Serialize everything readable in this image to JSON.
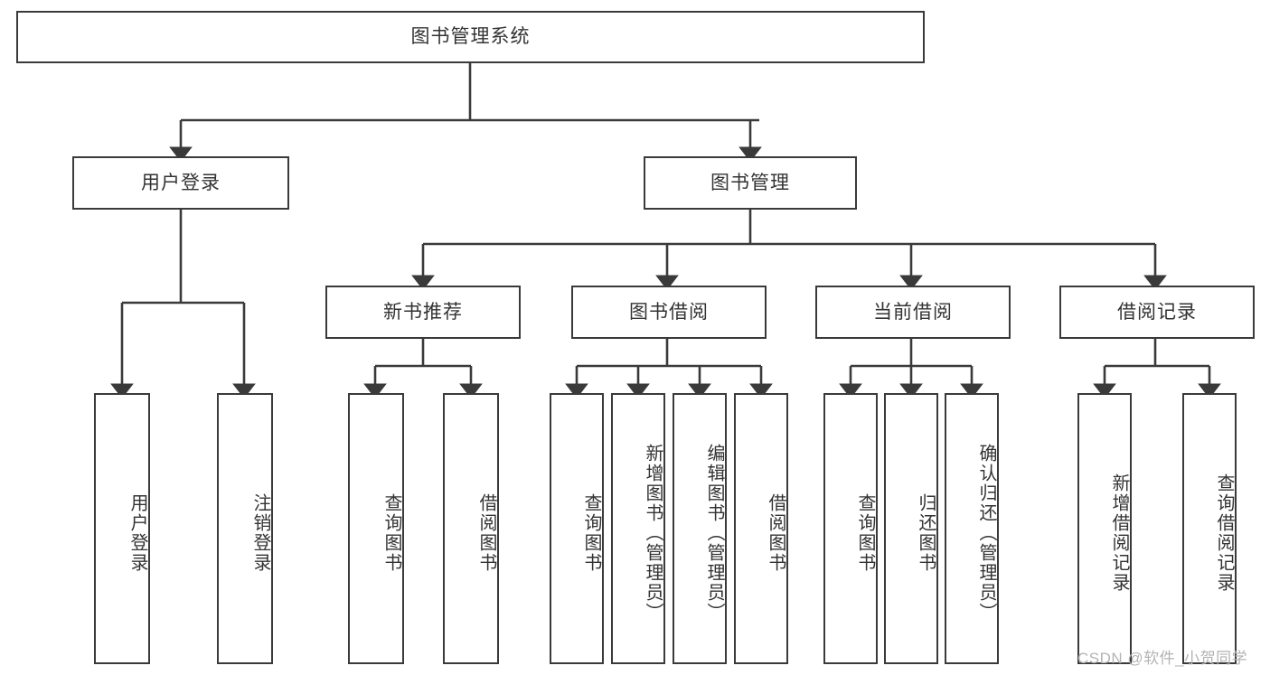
{
  "diagram": {
    "title_node": "图书管理系统",
    "type": "tree-hierarchy-diagram",
    "colors": {
      "box_border": "#3a3a3a",
      "box_fill": "#ffffff",
      "text": "#333333",
      "connector": "#3a3a3a",
      "watermark": "#b3b3b3",
      "background": "#ffffff"
    },
    "nodes": {
      "root": {
        "label": "图书管理系统",
        "orientation": "horizontal"
      },
      "level2": [
        {
          "id": "user-login",
          "label": "用户登录",
          "orientation": "horizontal"
        },
        {
          "id": "book-management",
          "label": "图书管理",
          "orientation": "horizontal"
        }
      ],
      "level3": [
        {
          "id": "new-book-recommend",
          "label": "新书推荐",
          "orientation": "horizontal"
        },
        {
          "id": "book-borrow",
          "label": "图书借阅",
          "orientation": "horizontal"
        },
        {
          "id": "current-borrow",
          "label": "当前借阅",
          "orientation": "horizontal"
        },
        {
          "id": "borrow-record",
          "label": "借阅记录",
          "orientation": "horizontal"
        }
      ],
      "leaves": {
        "user_login": [
          {
            "id": "leaf-user-login",
            "label": "用户登录"
          },
          {
            "id": "leaf-logout-login",
            "label": "注销登录"
          }
        ],
        "new_book_recommend": [
          {
            "id": "leaf-query-book-1",
            "label": "查询图书"
          },
          {
            "id": "leaf-borrow-book-1",
            "label": "借阅图书"
          }
        ],
        "book_borrow": [
          {
            "id": "leaf-query-book-2",
            "label": "查询图书"
          },
          {
            "id": "leaf-add-book",
            "label": "新增图书（管理员）"
          },
          {
            "id": "leaf-edit-book",
            "label": "编辑图书（管理员）"
          },
          {
            "id": "leaf-borrow-book-2",
            "label": "借阅图书"
          }
        ],
        "current_borrow": [
          {
            "id": "leaf-query-book-3",
            "label": "查询图书"
          },
          {
            "id": "leaf-return-book",
            "label": "归还图书"
          },
          {
            "id": "leaf-confirm-return",
            "label": "确认归还（管理员）"
          }
        ],
        "borrow_record": [
          {
            "id": "leaf-add-borrow-record",
            "label": "新增借阅记录"
          },
          {
            "id": "leaf-query-borrow-record",
            "label": "查询借阅记录"
          }
        ]
      }
    },
    "watermark": "CSDN @软件_小贺同学"
  }
}
